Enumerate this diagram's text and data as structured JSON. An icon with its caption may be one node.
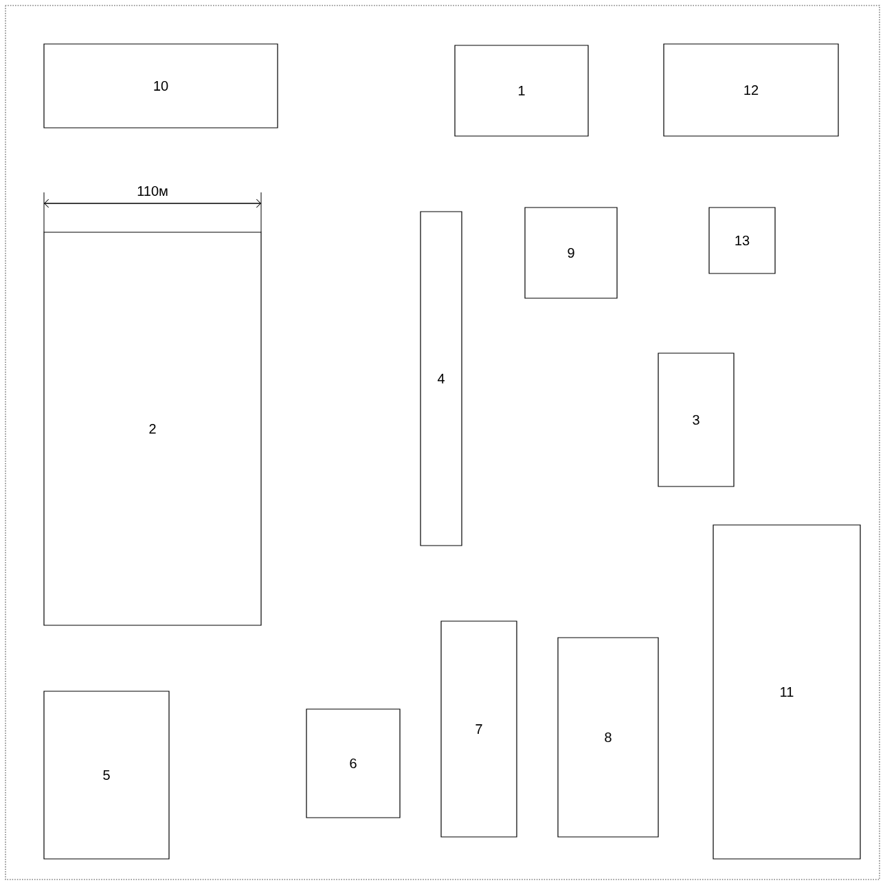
{
  "diagram": {
    "nodes": [
      {
        "text": [
          "10"
        ]
      },
      {
        "text": [
          "1"
        ]
      },
      {
        "text": [
          "12"
        ]
      },
      {
        "text": [
          "2"
        ]
      },
      {
        "text": [
          "4"
        ]
      },
      {
        "text": [
          "9"
        ]
      },
      {
        "text": [
          "13"
        ]
      },
      {
        "text": [
          "3"
        ]
      },
      {
        "text": [
          "11"
        ]
      },
      {
        "text": [
          "7"
        ]
      },
      {
        "text": [
          "8"
        ]
      },
      {
        "text": [
          "5"
        ]
      },
      {
        "text": [
          "6"
        ]
      }
    ],
    "labels": [
      "110м"
    ]
  }
}
